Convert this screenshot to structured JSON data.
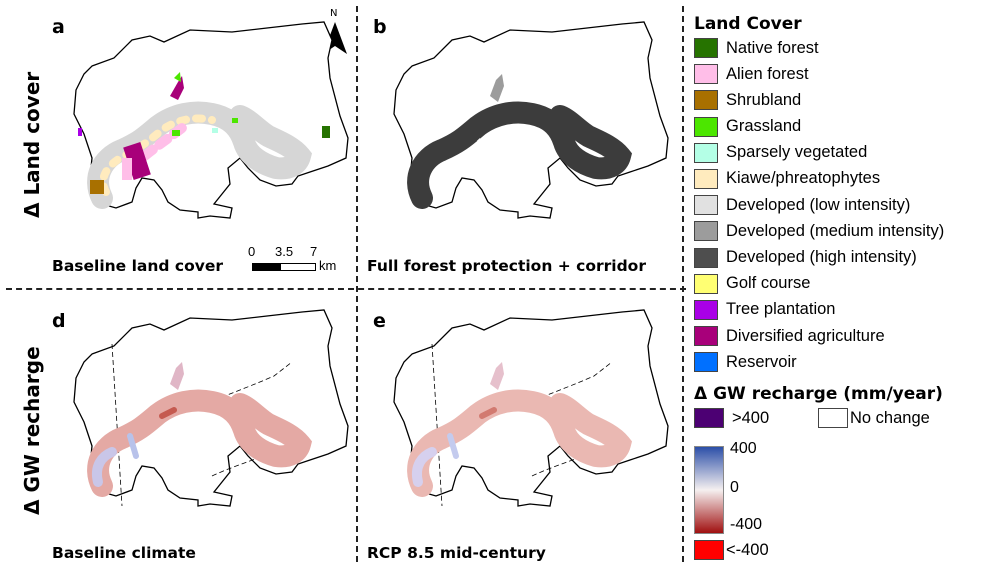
{
  "panels": {
    "a": {
      "label": "a",
      "caption": "Baseline land cover"
    },
    "b": {
      "label": "b",
      "caption": "Full forest protection + corridor"
    },
    "d": {
      "label": "d",
      "caption": "Baseline climate"
    },
    "e": {
      "label": "e",
      "caption": "RCP 8.5 mid-century"
    }
  },
  "row_labels": {
    "top": "Δ Land cover",
    "bottom": "Δ GW recharge"
  },
  "north_arrow": {
    "label": "N",
    "icon": "north-arrow-icon"
  },
  "scale_bar": {
    "tick0": "0",
    "tick1": "3.5",
    "tick2": "7",
    "unit": "km"
  },
  "land_cover_legend": {
    "title": "Land Cover",
    "items": [
      {
        "label": "Native forest",
        "color": "#267300"
      },
      {
        "label": "Alien forest",
        "color": "#ffbee8"
      },
      {
        "label": "Shrubland",
        "color": "#a87000"
      },
      {
        "label": "Grassland",
        "color": "#4ce600"
      },
      {
        "label": "Sparsely vegetated",
        "color": "#b4ffe6"
      },
      {
        "label": "Kiawe/phreatophytes",
        "color": "#ffebbe"
      },
      {
        "label": "Developed (low intensity)",
        "color": "#e1e1e1"
      },
      {
        "label": "Developed (medium intensity)",
        "color": "#9c9c9c"
      },
      {
        "label": "Developed (high intensity)",
        "color": "#4e4e4e"
      },
      {
        "label": "Golf course",
        "color": "#ffff73"
      },
      {
        "label": "Tree plantation",
        "color": "#a900e6"
      },
      {
        "label": "Diversified agriculture",
        "color": "#a8007a"
      },
      {
        "label": "Reservoir",
        "color": "#0070ff"
      }
    ]
  },
  "recharge_legend": {
    "title": "Δ GW recharge (mm/year)",
    "above_label": ">400",
    "above_color": "#4c0073",
    "no_change_label": "No change",
    "no_change_color": "#ffffff",
    "gradient_top": "400",
    "gradient_mid": "0",
    "gradient_bottom": "-400",
    "gradient_colors": [
      "#2c4fa8",
      "#f5f0f0",
      "#a01010"
    ],
    "below_label": "<-400",
    "below_color": "#ff0000"
  }
}
